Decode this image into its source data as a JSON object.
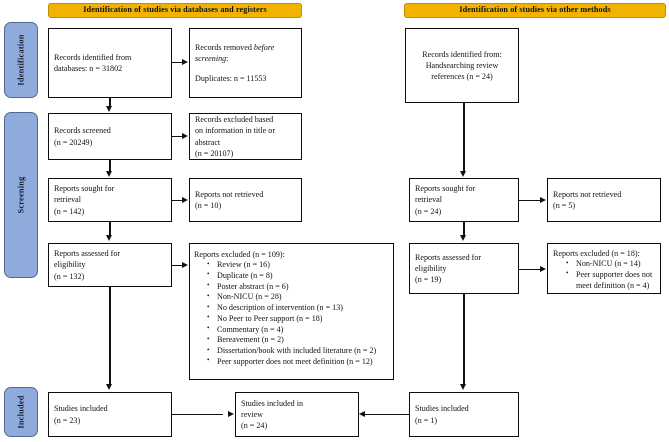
{
  "banners": {
    "left": "Identification of studies via databases and registers",
    "right": "Identification of studies via other methods"
  },
  "stages": [
    {
      "key": "identification",
      "label": "Identification"
    },
    {
      "key": "screening",
      "label": "Screening"
    },
    {
      "key": "included",
      "label": "Included"
    }
  ],
  "databases_column": {
    "records_identified": {
      "line1": "Records identified from",
      "line2": "databases: n = 31802"
    },
    "records_removed": {
      "line1_pre": "Records removed ",
      "line1_em": "before",
      "line2_em": "screening",
      "line2_post": ":",
      "line3": "Duplicates: n = 11553"
    },
    "records_screened": {
      "line1": "Records screened",
      "line2": "(n = 20249)"
    },
    "records_excluded": {
      "line1": "Records excluded based",
      "line2": "on information in title or",
      "line3": "abstract",
      "line4": "(n = 20107)"
    },
    "reports_sought": {
      "line1": "Reports sought for",
      "line2": "retrieval",
      "line3": "(n = 142)"
    },
    "reports_not_retrieved": {
      "line1": "Reports not retrieved",
      "line2": "(n = 10)"
    },
    "reports_assessed": {
      "line1": "Reports assessed for",
      "line2": "eligibility",
      "line3": "(n = 132)"
    },
    "reports_excluded": {
      "heading": "Reports excluded (n = 109):",
      "items": [
        "Review (n = 16)",
        "Duplicate (n = 8)",
        "Poster abstract (n = 6)",
        "Non-NICU (n = 28)",
        "No description of intervention (n = 13)",
        "No Peer to Peer support (n = 18)",
        "Commentary (n = 4)",
        "Bereavement (n = 2)",
        "Dissertation/book with included literature (n = 2)",
        "Peer supporter does not meet definition (n = 12)"
      ]
    },
    "studies_included": {
      "line1": "Studies included",
      "line2": "(n = 23)"
    }
  },
  "other_methods_column": {
    "records_identified": {
      "line1": "Records identified from:",
      "line2": "Handsearching review",
      "line3": "references (n = 24)"
    },
    "reports_sought": {
      "line1": "Reports sought for",
      "line2": "retrieval",
      "line3": "(n = 24)"
    },
    "reports_not_retrieved": {
      "line1": "Reports not retrieved",
      "line2": "(n = 5)"
    },
    "reports_assessed": {
      "line1": "Reports assessed for",
      "line2": "eligibility",
      "line3": "(n = 19)"
    },
    "reports_excluded": {
      "heading": "Reports excluded (n = 18):",
      "items": [
        "Non-NICU (n = 14)",
        "Peer supporter does not meet definition (n = 4)"
      ]
    },
    "studies_included": {
      "line1": "Studies included",
      "line2": "(n = 1)"
    }
  },
  "synthesis": {
    "studies_in_review": {
      "line1": "Studies included in",
      "line2": "review",
      "line3": "(n = 24)"
    }
  },
  "colors": {
    "banner_fill": "#f2b200",
    "stage_tab_fill": "#8fabdc",
    "box_border": "#0d0d0d",
    "connector": "#111111"
  }
}
